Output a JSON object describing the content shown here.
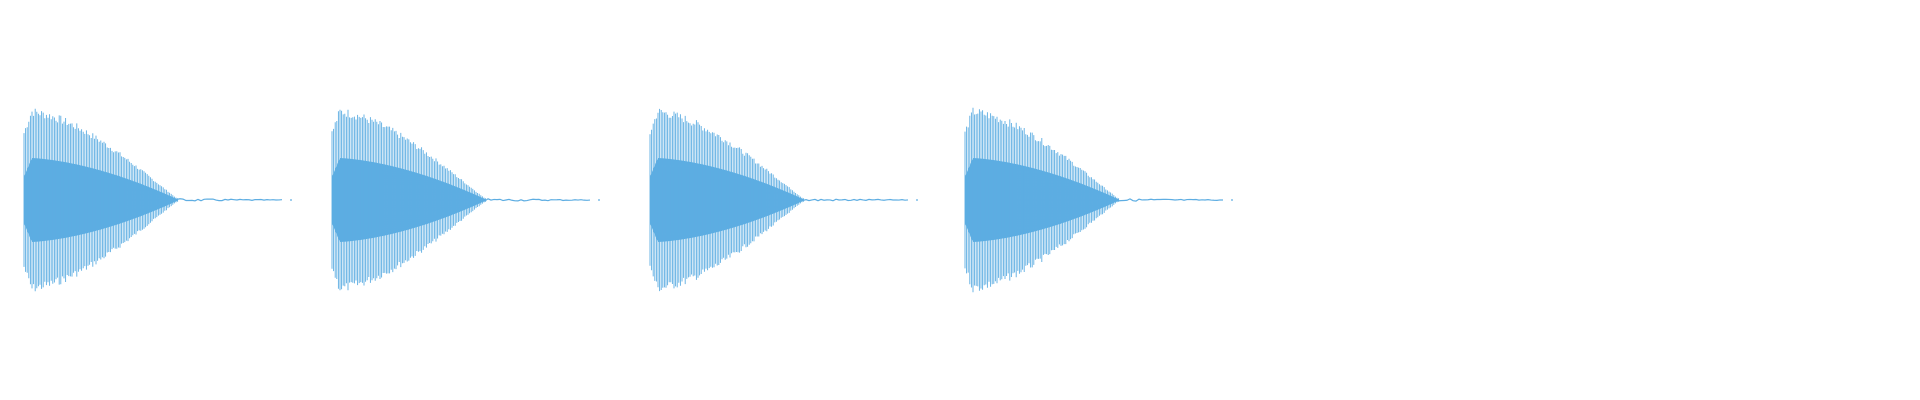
{
  "waveform": {
    "color": "#5dade2",
    "background": "#ffffff",
    "burst_count": 4,
    "bursts": [
      {
        "index": 1
      },
      {
        "index": 2
      },
      {
        "index": 3
      },
      {
        "index": 4
      }
    ]
  }
}
